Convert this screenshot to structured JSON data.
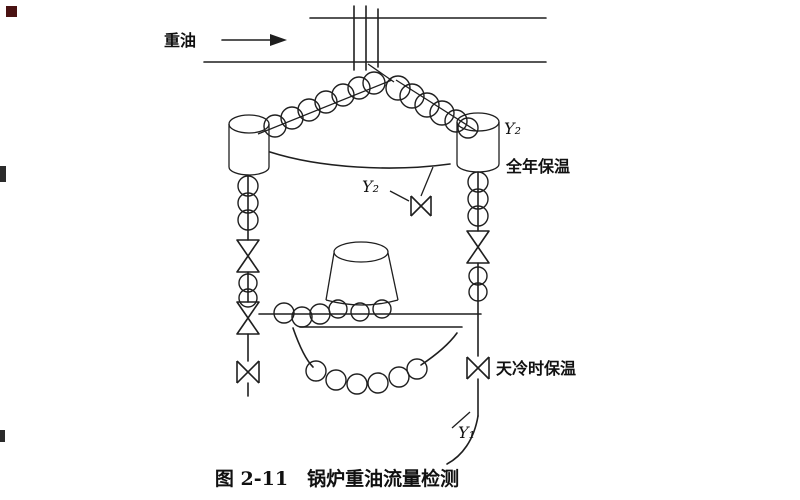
{
  "colors": {
    "ink": "#1f1f1f",
    "background": "#ffffff",
    "artifact_dark_red": "#4a1212",
    "artifact_dark": "#2b2b2b"
  },
  "labels": {
    "oil_inlet": "重油",
    "y2_top": "Y₂",
    "annual_insulation": "全年保温",
    "y2_mid": "Y₂",
    "cold_insulation": "天冷时保温",
    "y1": "Y₁"
  },
  "caption": "图 2-11　锅炉重油流量检测"
}
